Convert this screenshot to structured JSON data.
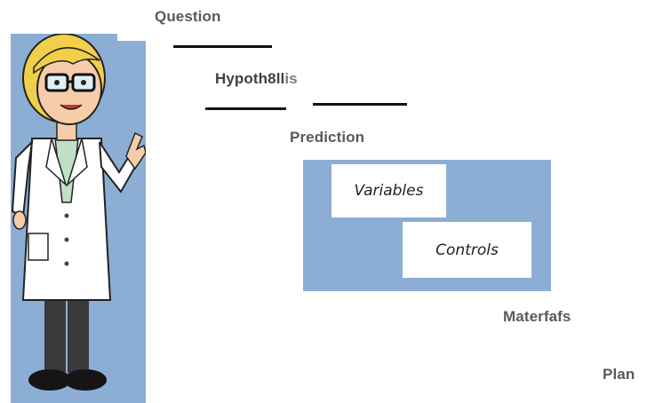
{
  "steps": {
    "question": "Question",
    "hypothesis_main": "Hypoth8ll",
    "hypothesis_end": "is",
    "prediction": "Prediction",
    "materials": "Materfafs",
    "plan": "Plan"
  },
  "cards": {
    "variables": "Variables",
    "controls": "Controls"
  },
  "colors": {
    "panel_blue": "#8caed4",
    "label_gray": "#555b60",
    "line_black": "#111111"
  },
  "icons": {
    "character": "scientist-in-lab-coat-icon"
  }
}
